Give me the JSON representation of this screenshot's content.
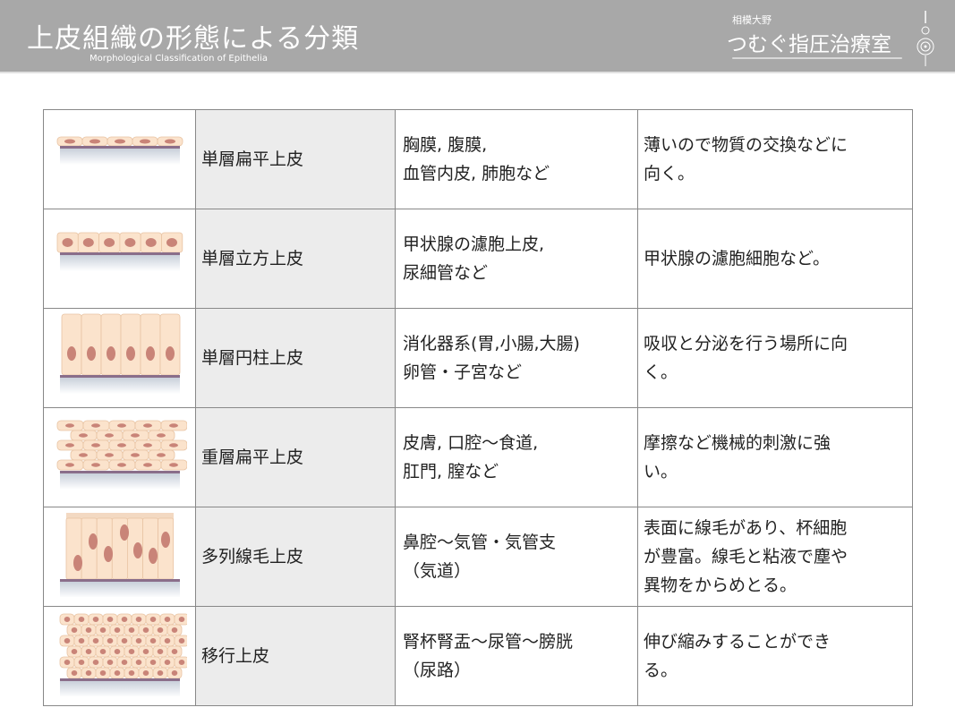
{
  "header": {
    "title": "上皮組織の形態による分類",
    "subtitle": "Morphological Classification of Epithelia",
    "brand_small": "相模大野",
    "brand": "つむぐ指圧治療室"
  },
  "rows": [
    {
      "type": "squamous",
      "name": "単層扁平上皮",
      "location": [
        "胸膜, 腹膜,",
        "血管内皮, 肺胞など"
      ],
      "feature": [
        "薄いので物質の交換などに",
        "向く。"
      ]
    },
    {
      "type": "cuboidal",
      "name": "単層立方上皮",
      "location": [
        "甲状腺の濾胞上皮,",
        "尿細管など"
      ],
      "feature": [
        "甲状腺の濾胞細胞など。"
      ]
    },
    {
      "type": "columnar",
      "name": "単層円柱上皮",
      "location": [
        "消化器系(胃,小腸,大腸)",
        "卵管・子宮など"
      ],
      "feature": [
        "吸収と分泌を行う場所に向",
        "く。"
      ]
    },
    {
      "type": "stratified",
      "name": "重層扁平上皮",
      "location": [
        "皮膚, 口腔〜食道,",
        "肛門, 膣など"
      ],
      "feature": [
        "摩擦など機械的刺激に強",
        "い。"
      ]
    },
    {
      "type": "pseudostratified",
      "name": "多列線毛上皮",
      "location": [
        "鼻腔〜気管・気管支",
        "（気道）"
      ],
      "feature": [
        "表面に線毛があり、杯細胞",
        "が豊富。線毛と粘液で塵や",
        "異物をからめとる。"
      ]
    },
    {
      "type": "transitional",
      "name": "移行上皮",
      "location": [
        "腎杯腎盂〜尿管〜膀胱",
        "（尿路）"
      ],
      "feature": [
        "伸び縮みすることができ",
        "る。"
      ]
    }
  ],
  "colors": {
    "header": "#a8a8a8",
    "cell": "#fbe3cc",
    "nucleus": "#c98478",
    "base": "#8a6e8a"
  }
}
